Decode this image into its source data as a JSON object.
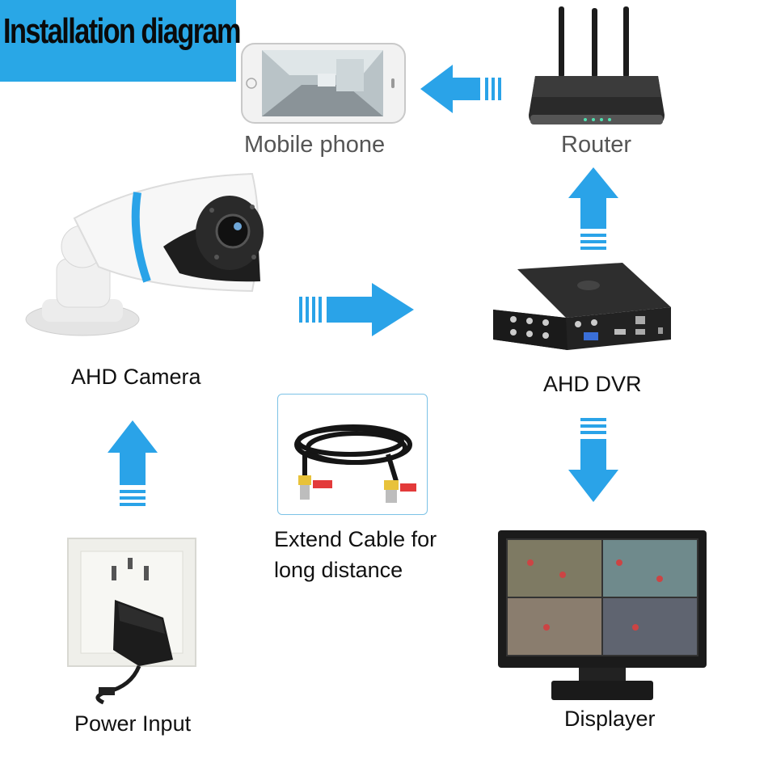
{
  "header": {
    "title": "Installation diagram"
  },
  "nodes": {
    "mobile_phone": "Mobile phone",
    "router": "Router",
    "camera": "AHD Camera",
    "dvr": "AHD DVR",
    "cable_line1": "Extend Cable for",
    "cable_line2": "long distance",
    "power": "Power Input",
    "display": "Displayer"
  },
  "colors": {
    "accent": "#29a7e6",
    "arrow": "#2aa3e8"
  }
}
